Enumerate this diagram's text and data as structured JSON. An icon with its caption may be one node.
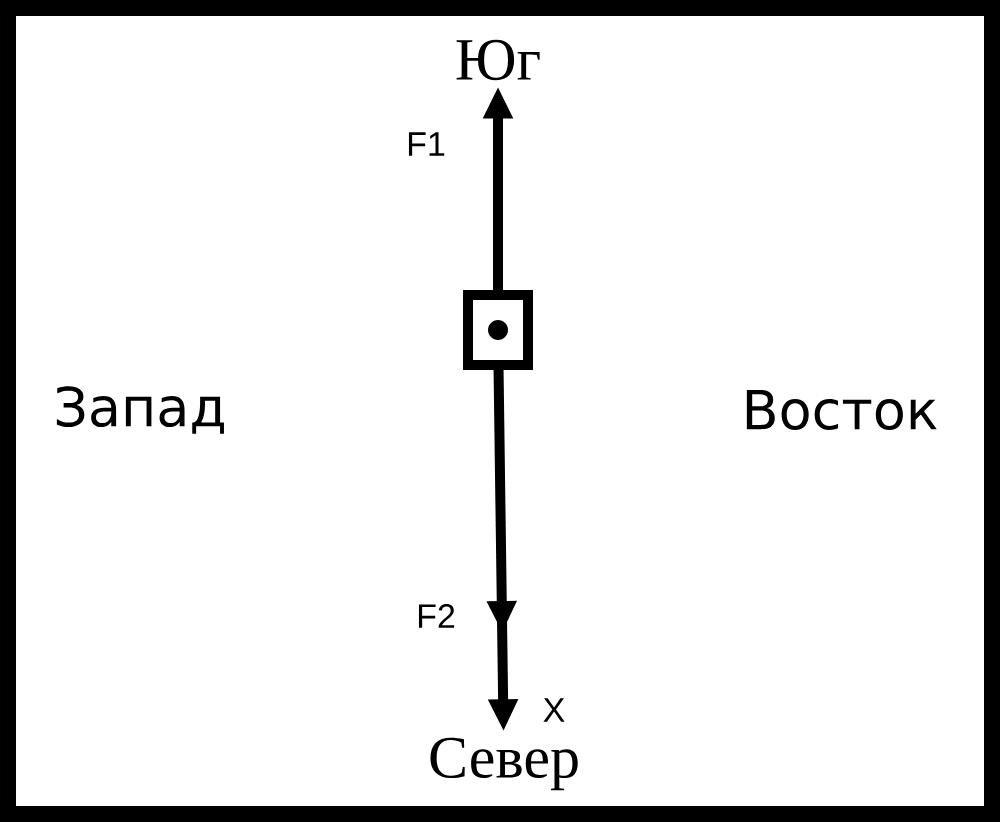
{
  "diagram": {
    "nodes": [
      {
        "text": [],
        "shape": "box"
      },
      {
        "text": [
          "Юг"
        ]
      },
      {
        "text": [
          "Север"
        ]
      }
    ],
    "edges": [
      {
        "from": 0,
        "to": 1,
        "arrow": "to",
        "label": "F1"
      },
      {
        "from": 0,
        "to": 2,
        "arrow": "to",
        "label": "F2"
      }
    ],
    "labels": [
      "Запад",
      "Восток",
      "X"
    ]
  }
}
